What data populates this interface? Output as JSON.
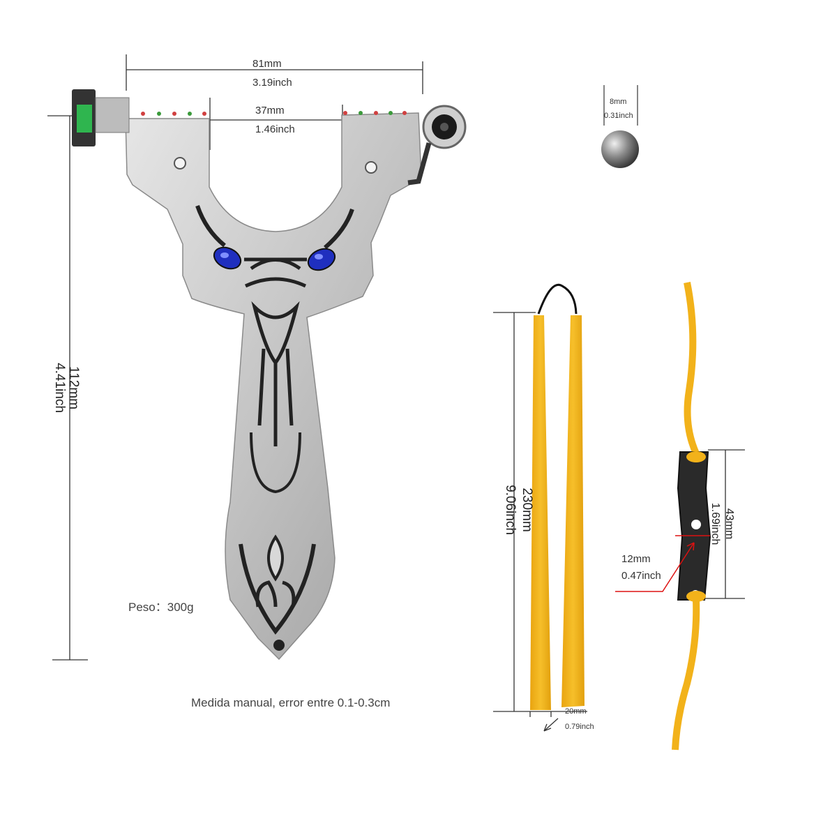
{
  "slingshot": {
    "width_mm": "81mm",
    "width_in": "3.19inch",
    "fork_gap_mm": "37mm",
    "fork_gap_in": "1.46inch",
    "height_mm": "112mm",
    "height_in": "4.41inch",
    "weight": "Peso：300g",
    "note": "Medida manual, error entre 0.1-0.3cm",
    "steel_color": "#c9c9c9",
    "accent_color": "#1f2fbf"
  },
  "ball": {
    "diameter_mm": "8mm",
    "diameter_in": "0.31inch"
  },
  "bands": {
    "length_mm": "230mm",
    "length_in": "9.06inch",
    "width_mm": "20mm",
    "width_in": "0.79inch",
    "band_color": "#f2b21a"
  },
  "pouch": {
    "length_mm": "43mm",
    "length_in": "1.69inch",
    "hole_mm": "12mm",
    "hole_in": "0.47inch",
    "pouch_color": "#2a2a2a"
  },
  "icons": [
    "level-icon",
    "scope-icon",
    "steel-ball-icon"
  ]
}
